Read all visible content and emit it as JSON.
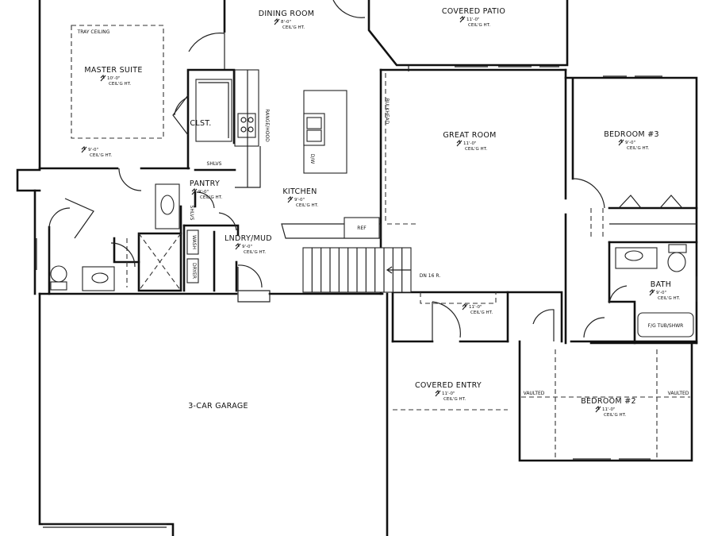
{
  "rooms": {
    "dining_room": {
      "name": "DINING ROOM",
      "size": "8'-0\"",
      "ceiling": "CEIL'G HT."
    },
    "covered_patio": {
      "name": "COVERED PATIO",
      "size": "11'-0\"",
      "ceiling": "CEIL'G HT."
    },
    "master_suite": {
      "name": "MASTER SUITE",
      "size": "10'-0\"",
      "ceiling": "CEIL'G HT.",
      "tray": "TRAY CEILING"
    },
    "master_bath_ceiling": {
      "size": "9'-0\"",
      "ceiling": "CEIL'G HT."
    },
    "great_room": {
      "name": "GREAT ROOM",
      "size": "11'-0\"",
      "ceiling": "CEIL'G HT.",
      "bulkhead": "BULKHEAD"
    },
    "bedroom3": {
      "name": "BEDROOM #3",
      "size": "9'-0\"",
      "ceiling": "CEIL'G HT."
    },
    "kitchen": {
      "name": "KITCHEN",
      "size": "9'-0\"",
      "ceiling": "CEIL'G HT."
    },
    "closet": {
      "name": "CLST."
    },
    "pantry": {
      "name": "PANTRY",
      "size": "9'-0\"",
      "ceiling": "CEIL'G HT.",
      "shelves": "SHLVS"
    },
    "laundry": {
      "name": "LNDRY/MUD",
      "size": "9'-0\"",
      "ceiling": "CEIL'G HT.",
      "washer": "WASH",
      "dryer": "DRYER"
    },
    "bath": {
      "name": "BATH",
      "size": "9'-0\"",
      "ceiling": "CEIL'G HT.",
      "tub": "F/G TUB/SHWR"
    },
    "foyer": {
      "size": "11'-0\"",
      "ceiling": "CEIL'G HT."
    },
    "covered_entry": {
      "name": "COVERED ENTRY",
      "size": "11'-0\"",
      "ceiling": "CEIL'G HT."
    },
    "bedroom2": {
      "name": "BEDROOM #2",
      "size": "11'-0\"",
      "ceiling": "CEIL'G HT.",
      "vaulted": "VAULTED"
    },
    "garage": {
      "name": "3-CAR GARAGE"
    }
  },
  "stairs": {
    "label": "DN 16 R."
  },
  "fixtures": {
    "refrigerator": "REF",
    "range_hood": "RANGE/HOOD",
    "dishwasher": "D/W",
    "shelves": "SHLVS"
  }
}
